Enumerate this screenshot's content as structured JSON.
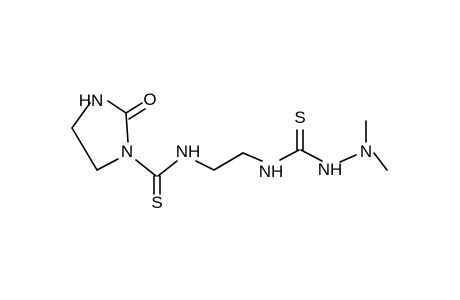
{
  "molecule": {
    "atoms": {
      "amine_nh_ring": "HN",
      "carbonyl_o": "O",
      "ring_n": "N",
      "thioamide_s_left": "S",
      "amide_nh_left": "NH",
      "amide_nh_right": "NH",
      "thioamide_s_right": "S",
      "hydrazine_nh": "NH",
      "hydrazine_n": "N"
    }
  }
}
